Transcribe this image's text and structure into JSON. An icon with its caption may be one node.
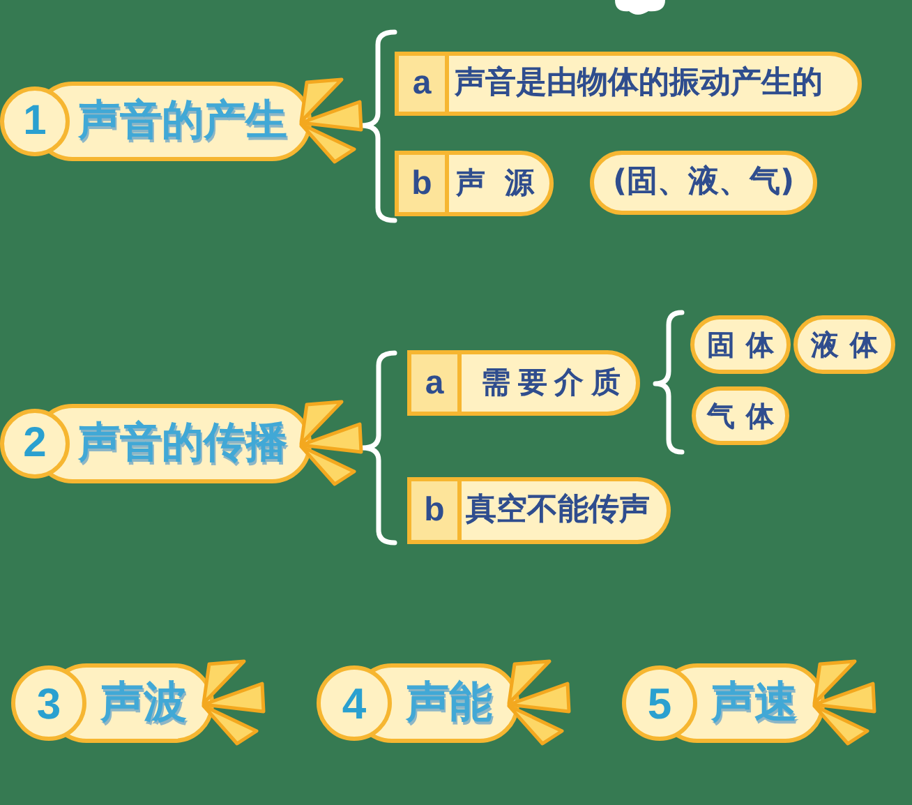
{
  "diagram": {
    "nodes": [
      {
        "text": [
          "1",
          "声音的产生"
        ]
      },
      {
        "text": [
          "a",
          "声音是由物体的振动产生的"
        ]
      },
      {
        "text": [
          "b",
          "声源"
        ]
      },
      {
        "text": [
          "(固、液、气)"
        ]
      },
      {
        "text": [
          "2",
          "声音的传播"
        ]
      },
      {
        "text": [
          "a",
          "需要介质"
        ]
      },
      {
        "text": [
          "固体"
        ]
      },
      {
        "text": [
          "液体"
        ]
      },
      {
        "text": [
          "气体"
        ]
      },
      {
        "text": [
          "b",
          "真空不能传声"
        ]
      },
      {
        "text": [
          "3",
          "声波"
        ]
      },
      {
        "text": [
          "4",
          "声能"
        ]
      },
      {
        "text": [
          "5",
          "声速"
        ]
      }
    ]
  }
}
